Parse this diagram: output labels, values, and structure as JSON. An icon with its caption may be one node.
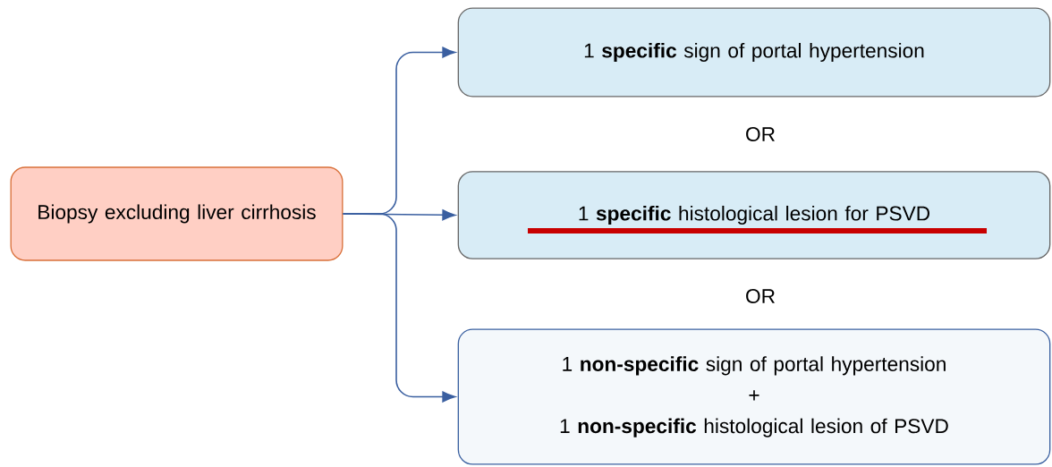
{
  "diagram": {
    "nodes": [
      {
        "text": [
          "Biopsy excluding liver cirrhosis"
        ]
      },
      {
        "text": [
          "1 **specific** sign of portal hypertension"
        ]
      },
      {
        "text": [
          "1 **specific** histological lesion for PSVD"
        ]
      },
      {
        "text": [
          "1 **non-specific** sign of portal hypertension",
          "+",
          "1 **non-specific** histological lesion of PSVD"
        ]
      }
    ],
    "edges": [
      {
        "from": 0,
        "to": 1,
        "arrow": "to"
      },
      {
        "from": 0,
        "to": 2,
        "arrow": "to"
      },
      {
        "from": 0,
        "to": 3,
        "arrow": "to"
      }
    ],
    "labels": [
      "OR",
      "OR"
    ]
  }
}
